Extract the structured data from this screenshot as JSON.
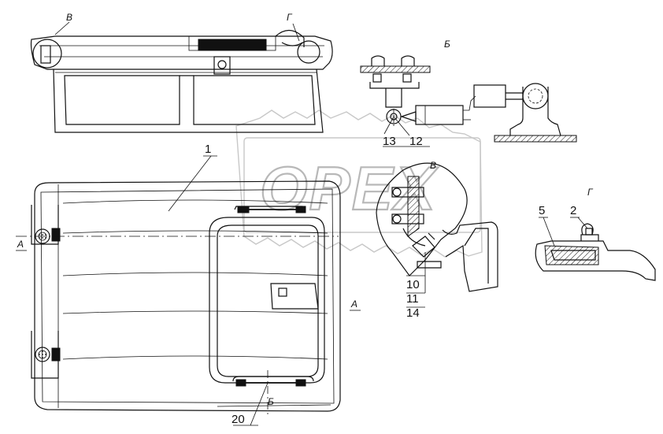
{
  "watermark": {
    "text": "OPEX"
  },
  "view_letters": {
    "b_title": "Б",
    "v_title": "В",
    "g_title": "Г",
    "top_v": "В",
    "top_g": "Г",
    "a_left": "А",
    "a_right": "А",
    "b_bottom": "Б"
  },
  "callouts": {
    "c1": "1",
    "c2": "2",
    "c5": "5",
    "c10": "10",
    "c11": "11",
    "c12": "12",
    "c13": "13",
    "c14": "14",
    "c20": "20"
  }
}
